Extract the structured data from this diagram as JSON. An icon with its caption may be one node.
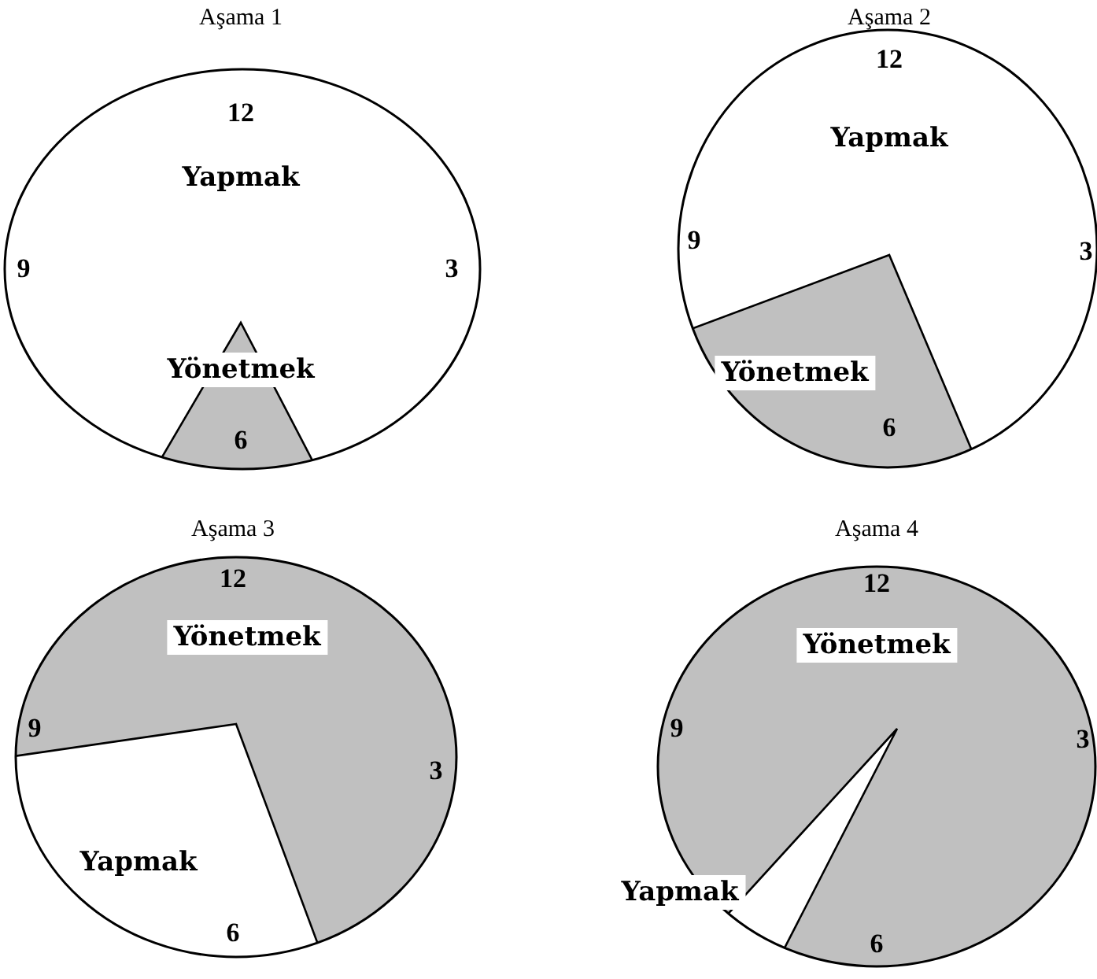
{
  "diagram": {
    "nodes": [
      {
        "text": [
          "Aşama 1",
          "12",
          "9",
          "3",
          "6"
        ]
      },
      {
        "text": [
          "Yapmak"
        ],
        "in": 0
      },
      {
        "text": [
          "Yönetmek"
        ],
        "in": 0
      },
      {
        "text": [
          "Aşama 2",
          "12",
          "9",
          "3",
          "6"
        ]
      },
      {
        "text": [
          "Yapmak"
        ],
        "in": 3
      },
      {
        "text": [
          "Yönetmek"
        ],
        "in": 3
      },
      {
        "text": [
          "Aşama 3",
          "12",
          "9",
          "3",
          "6"
        ]
      },
      {
        "text": [
          "Yönetmek"
        ],
        "in": 6
      },
      {
        "text": [
          "Yapmak"
        ],
        "in": 6
      },
      {
        "text": [
          "Aşama 4",
          "12",
          "9",
          "3",
          "6"
        ]
      },
      {
        "text": [
          "Yönetmek"
        ],
        "in": 9
      },
      {
        "text": [
          "Yapmak"
        ],
        "in": 9
      }
    ]
  }
}
